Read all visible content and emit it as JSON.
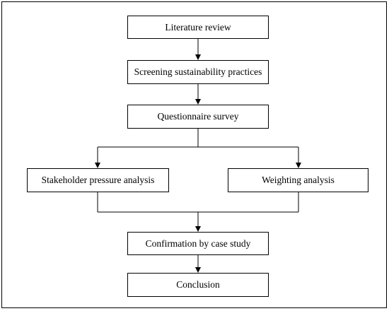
{
  "diagram": {
    "nodes": {
      "literature_review": "Literature review",
      "screening": "Screening sustainability practices",
      "questionnaire": "Questionnaire survey",
      "stakeholder": "Stakeholder pressure analysis",
      "weighting": "Weighting analysis",
      "confirmation": "Confirmation by case study",
      "conclusion": "Conclusion"
    },
    "edges": [
      {
        "from": "literature_review",
        "to": "screening"
      },
      {
        "from": "screening",
        "to": "questionnaire"
      },
      {
        "from": "questionnaire",
        "to": "stakeholder"
      },
      {
        "from": "questionnaire",
        "to": "weighting"
      },
      {
        "from": "stakeholder",
        "to": "confirmation"
      },
      {
        "from": "weighting",
        "to": "confirmation"
      },
      {
        "from": "confirmation",
        "to": "conclusion"
      }
    ]
  }
}
